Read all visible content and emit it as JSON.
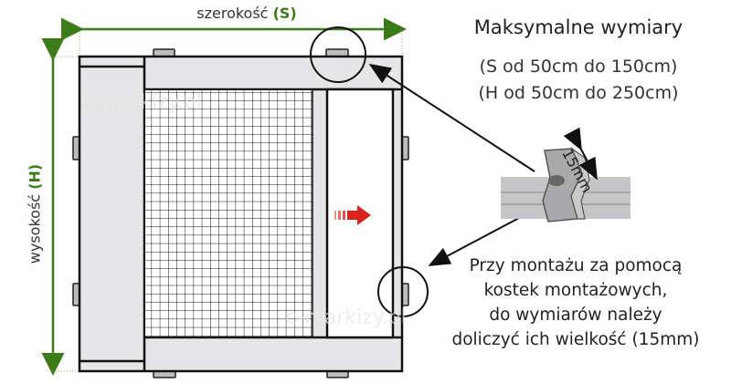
{
  "dimensions": {
    "width_label": "szerokość",
    "width_symbol": "S",
    "height_label": "wysokość",
    "height_symbol": "H",
    "paren_open": "(",
    "paren_close": ")"
  },
  "info": {
    "title": "Maksymalne wymiary",
    "width_range": "(S od 50cm do 150cm)",
    "height_range": "(H od 50cm do 250cm)"
  },
  "detail": {
    "clip_size": "15mm"
  },
  "note": {
    "lines": [
      "Przy montażu za pomocą",
      "kostek montażowych,",
      "do wymiarów należy",
      "doliczyć ich wielkość (15mm)"
    ]
  },
  "watermark": "e-markizy.pl",
  "colors": {
    "accent": "#3d7a1a",
    "arrow": "#d9231d",
    "frame": "#e6e6e8"
  }
}
